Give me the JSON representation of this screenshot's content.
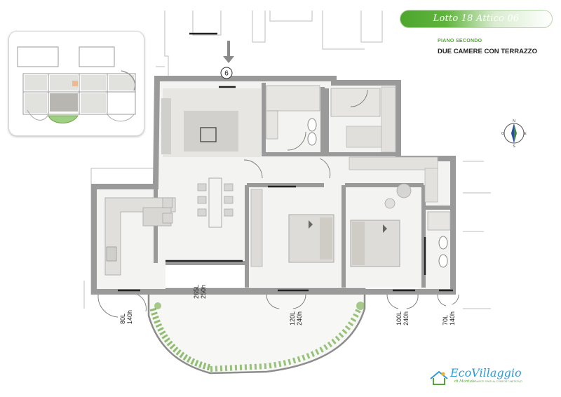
{
  "header": {
    "lot_label": "Lotto  18 Attico 06",
    "floor_label": "PIANO SECONDO",
    "subtitle": "DUE CAMERE CON  TERRAZZO"
  },
  "entrance": {
    "number": "6"
  },
  "openings": [
    {
      "width": "265L",
      "height": "250h"
    },
    {
      "width": "80L",
      "height": "140h"
    },
    {
      "width": "120L",
      "height": "240h"
    },
    {
      "width": "100L",
      "height": "240h"
    },
    {
      "width": "70L",
      "height": "140h"
    }
  ],
  "compass": {
    "north": "N",
    "east": "E",
    "south": "S",
    "west": "O"
  },
  "brand": {
    "name": "EcoVillaggio",
    "location": "di Montale",
    "tagline": "NASCE SPAZI AL COMFORT ABITATIVO"
  },
  "colors": {
    "accent_green": "#5fb43b",
    "brand_blue": "#2f9bd6",
    "wall": "#9a9a9a"
  }
}
